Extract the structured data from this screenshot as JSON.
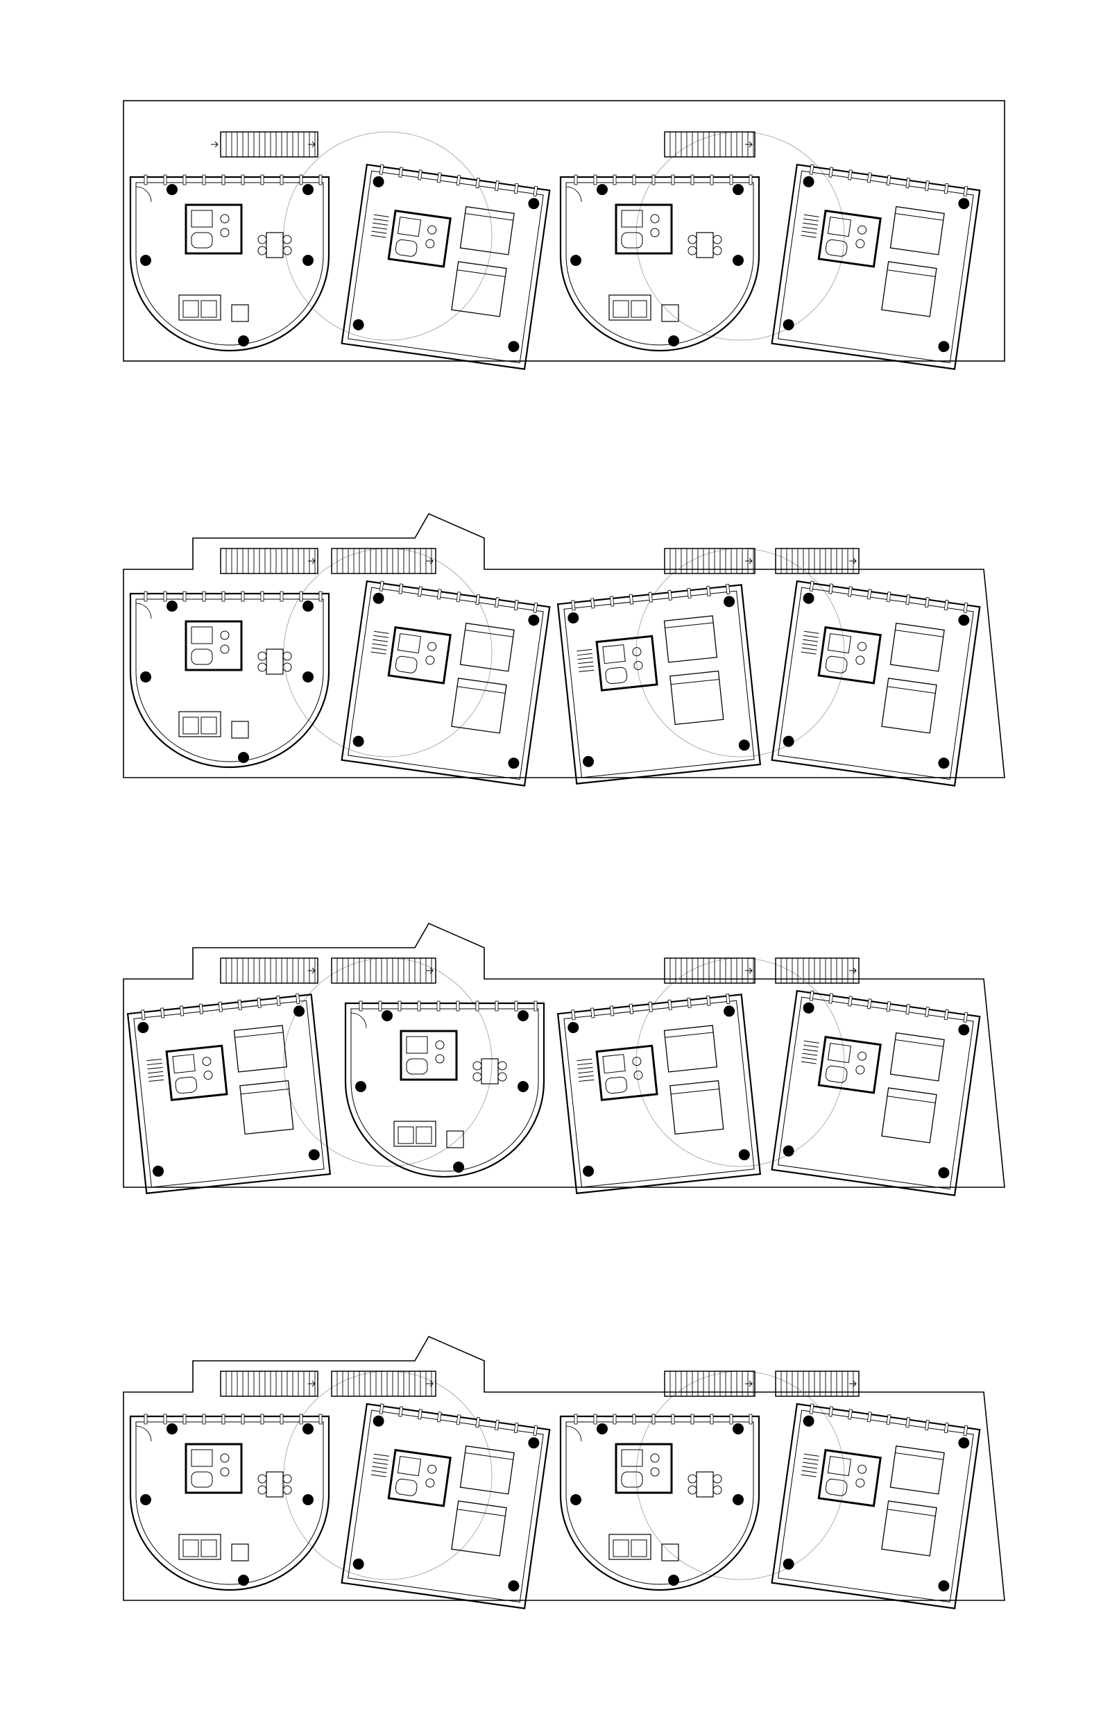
{
  "document": {
    "type": "architectural floor plan sheet",
    "text": [],
    "colors": {
      "background": "#ffffff",
      "line": "#000000",
      "guide": "#9a9a9a",
      "column": "#000000"
    }
  },
  "plans": [
    {
      "name": "floor-plan-1",
      "units": [
        "round",
        "rect",
        "round",
        "rect"
      ]
    },
    {
      "name": "floor-plan-2",
      "units": [
        "round",
        "rect",
        "rect",
        "rect"
      ]
    },
    {
      "name": "floor-plan-3",
      "units": [
        "rect",
        "round",
        "rect",
        "rect"
      ]
    },
    {
      "name": "floor-plan-4",
      "units": [
        "round",
        "rect",
        "round",
        "rect"
      ]
    }
  ]
}
